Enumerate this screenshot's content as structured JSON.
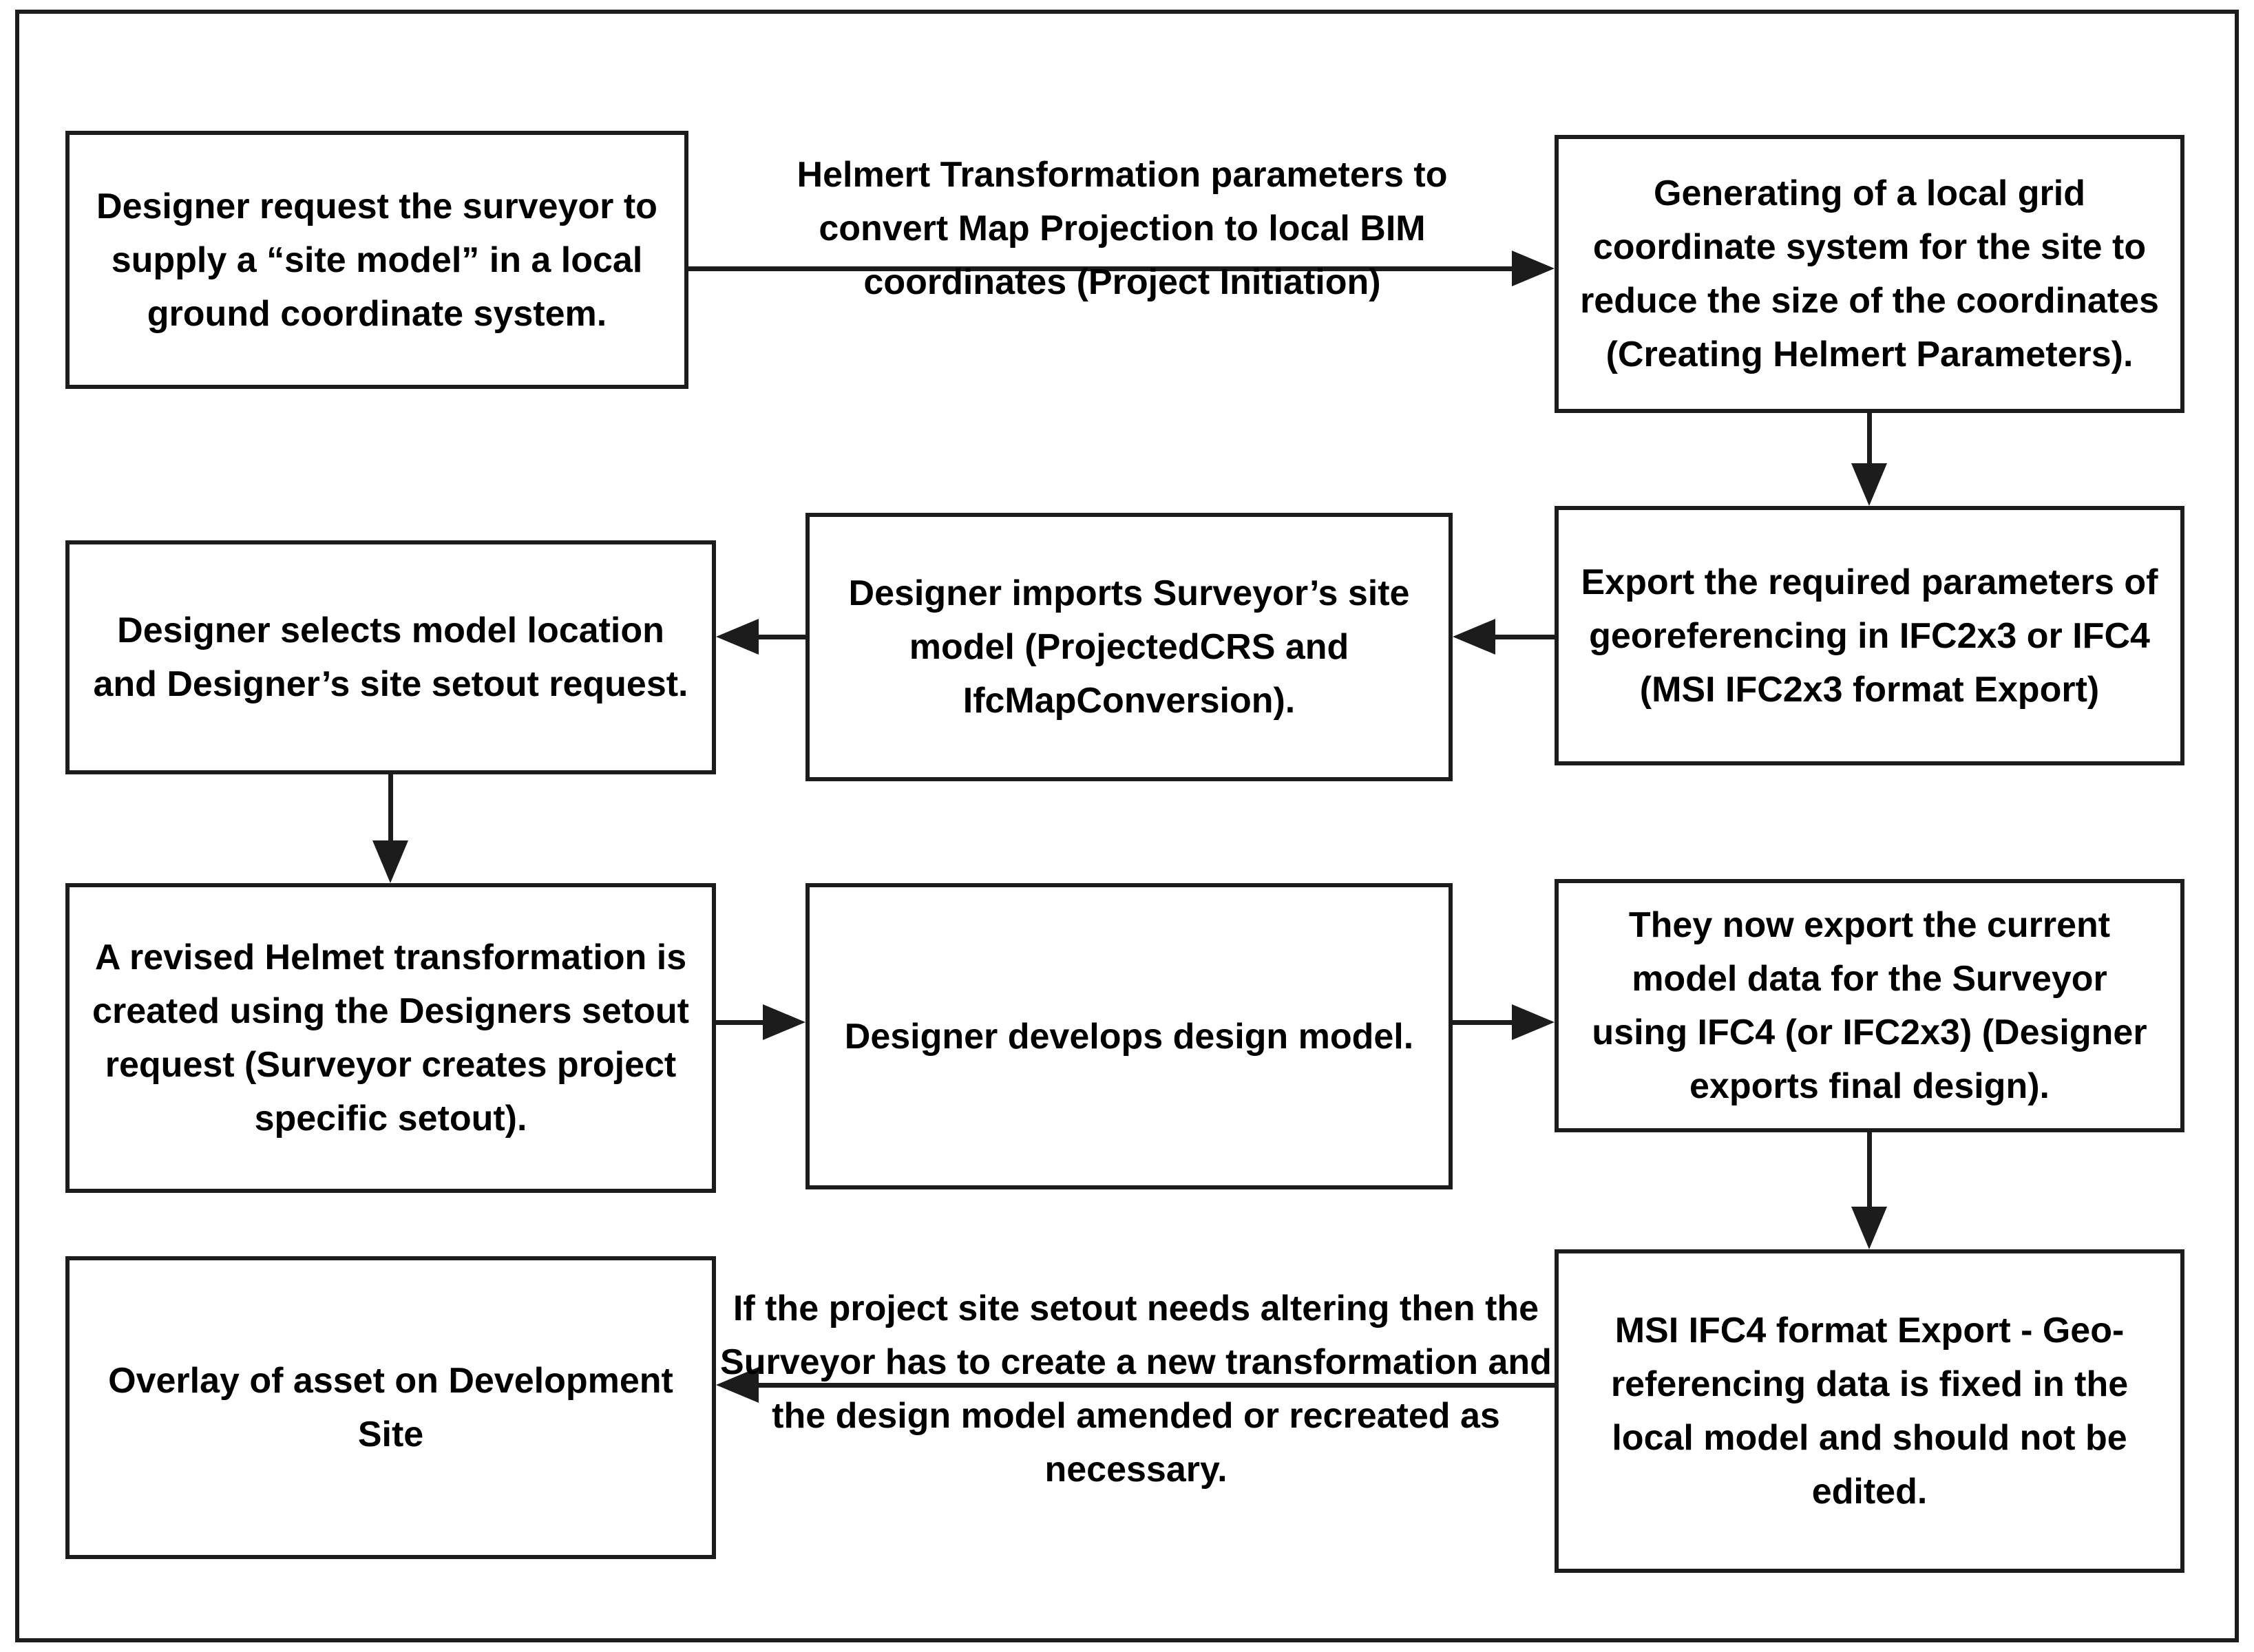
{
  "nodes": {
    "request_site_model": "Designer request the surveyor to supply a “site model” in a local ground coordinate system.",
    "generate_local_grid": "Generating of a local grid coordinate system for the site to reduce the size of the coordinates (Creating Helmert Parameters).",
    "export_parameters": "Export the required parameters of georeferencing in IFC2x3 or IFC4 (MSI IFC2x3 format Export)",
    "designer_imports": "Designer imports Surveyor’s site model (ProjectedCRS and IfcMapConversion).",
    "designer_selects": "Designer selects model location and Designer’s site setout request.",
    "revised_helmert": "A revised Helmet transformation is created using the Designers setout request (Surveyor creates project specific setout).",
    "develops_model": "Designer develops design model.",
    "export_current": "They now export the current model data for the Surveyor using IFC4 (or IFC2x3) (Designer exports final design).",
    "msi_ifc4_export": "MSI IFC4 format Export - Geo-referencing data is fixed in the local model and should not be edited.",
    "overlay_asset": "Overlay of asset on Development Site"
  },
  "edge_labels": {
    "helmert_params": "Helmert Transformation parameters to convert Map Projection to local BIM coordinates (Project Initiation)",
    "setout_altering": "If the project site setout needs altering then the Surveyor has to create a new transformation and the design model amended or recreated as necessary."
  },
  "colors": {
    "line": "#1c1c1c",
    "background": "#ffffff",
    "text": "#000000"
  }
}
